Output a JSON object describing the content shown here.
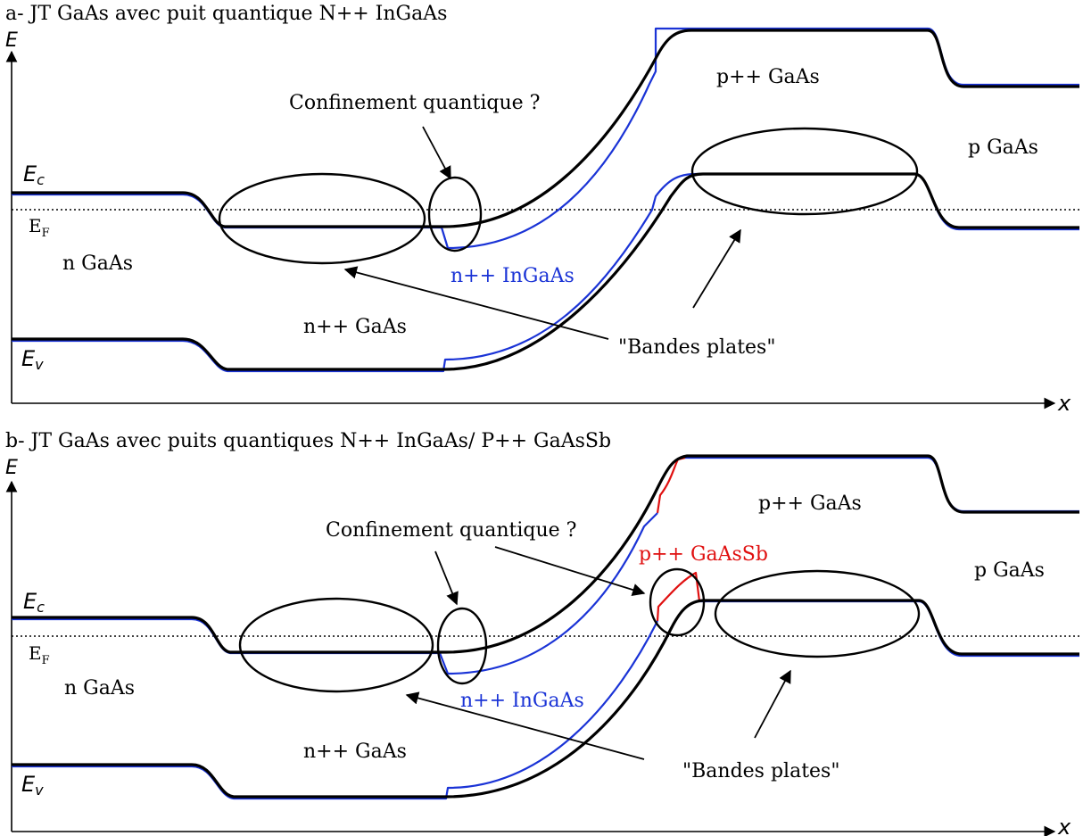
{
  "panel_a": {
    "title": "a- JT GaAs avec puit quantique N++ InGaAs",
    "y_axis": "E",
    "x_axis": "x",
    "ec_label": "E",
    "ec_sub": "c",
    "ev_label": "E",
    "ev_sub": "v",
    "ef_label": "E",
    "ef_sub": "F",
    "n_gaas": "n GaAs",
    "npp_gaas": "n++ GaAs",
    "npp_ingaas": "n++ InGaAs",
    "ppp_gaas": "p++ GaAs",
    "p_gaas": "p GaAs",
    "confinement": "Confinement quantique ?",
    "bandes_plates": "\"Bandes plates\""
  },
  "panel_b": {
    "title": "b- JT GaAs avec puits quantiques N++ InGaAs/ P++ GaAsSb",
    "y_axis": "E",
    "x_axis": "x",
    "ec_label": "E",
    "ec_sub": "c",
    "ev_label": "E",
    "ev_sub": "v",
    "ef_label": "E",
    "ef_sub": "F",
    "n_gaas": "n GaAs",
    "npp_gaas": "n++ GaAs",
    "npp_ingaas": "n++ InGaAs",
    "ppp_gaasSb": "p++ GaAsSb",
    "ppp_gaas": "p++ GaAs",
    "p_gaas": "p GaAs",
    "confinement": "Confinement quantique ?",
    "bandes_plates": "\"Bandes plates\""
  },
  "colors": {
    "gaas_band": "#000000",
    "ingaas_band": "#1a33d6",
    "gaassb_band": "#e01010"
  }
}
